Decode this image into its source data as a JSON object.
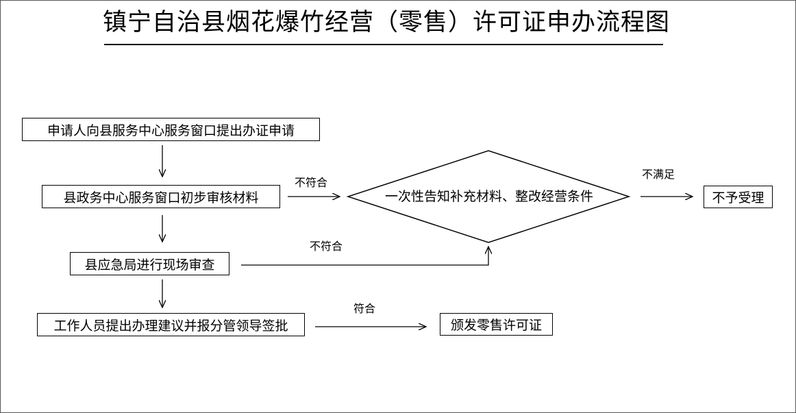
{
  "title": "镇宁自治县烟花爆竹经营（零售）许可证申办流程图",
  "nodes": {
    "apply": "申请人向县服务中心服务窗口提出办证申请",
    "initial_review": "县政务中心服务窗口初步审核材料",
    "onsite_inspection": "县应急局进行现场审查",
    "proposal": "工作人员提出办理建议并报分管领导签批",
    "supplement": "一次性告知补充材料、整改经营条件",
    "reject": "不予受理",
    "issue": "颁发零售许可证"
  },
  "edge_labels": {
    "review_fail": "不符合",
    "inspection_fail": "不符合",
    "not_satisfied": "不满足",
    "approved": "符合"
  },
  "colors": {
    "line": "#000000",
    "frame": "#555555",
    "background": "#ffffff"
  }
}
